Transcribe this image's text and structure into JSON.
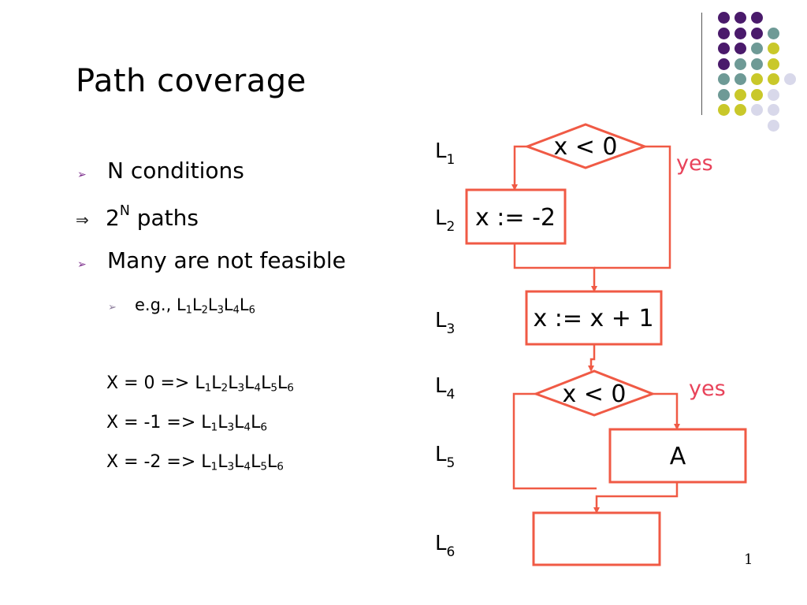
{
  "slide": {
    "title": "Path coverage",
    "page_number": "1",
    "bullets": {
      "b1": "N conditions",
      "b2_base": "2",
      "b2_sup": "N",
      "b2_rest": " paths",
      "b3": "Many are not feasible",
      "b4_prefix": "e.g., ",
      "b4_path": [
        "1",
        "2",
        "3",
        "4",
        "6"
      ]
    },
    "examples": [
      {
        "prefix": "X = 0 => ",
        "path": [
          "1",
          "2",
          "3",
          "4",
          "5",
          "6"
        ]
      },
      {
        "prefix": "X = -1 => ",
        "path": [
          "1",
          "3",
          "4",
          "6"
        ]
      },
      {
        "prefix": "X = -2 => ",
        "path": [
          "1",
          "3",
          "4",
          "5",
          "6"
        ]
      }
    ],
    "path_letter": "L"
  },
  "flowchart": {
    "line_labels": [
      "1",
      "2",
      "3",
      "4",
      "5",
      "6"
    ],
    "line_letter": "L",
    "cond1": "x < 0",
    "box2": "x := -2",
    "box3": "x := x + 1",
    "cond4": "x < 0",
    "box5": "A",
    "box6": "",
    "yes1": "yes",
    "yes2": "yes",
    "colors": {
      "shape": "#f05a45",
      "yes": "#e8435a",
      "label": "#000000"
    }
  },
  "decoration": {
    "colors": {
      "purple": "#4a1a6b",
      "teal": "#6e9a96",
      "olive": "#c9c82a",
      "lavender": "#d8d8ea"
    }
  }
}
